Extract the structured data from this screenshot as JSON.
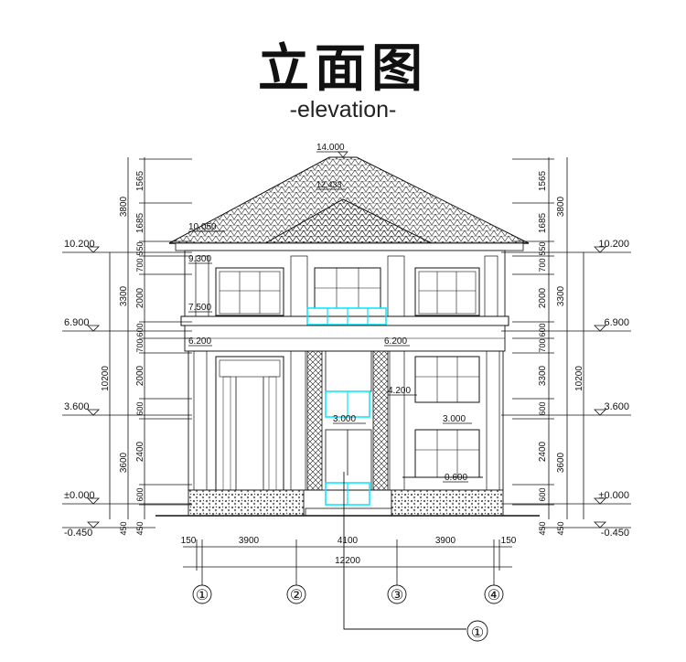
{
  "header": {
    "title": "立面图",
    "subtitle": "-elevation-"
  },
  "levels": {
    "left": [
      {
        "text": "10.200"
      },
      {
        "text": "6.900"
      },
      {
        "text": "3.600"
      },
      {
        "text": "±0.000"
      },
      {
        "text": "-0.450"
      }
    ],
    "right": [
      {
        "text": "10.200"
      },
      {
        "text": "6.900"
      },
      {
        "text": "3.600"
      },
      {
        "text": "±0.000"
      },
      {
        "text": "-0.450"
      }
    ],
    "inner": [
      {
        "text": "14.000"
      },
      {
        "text": "12.433"
      },
      {
        "text": "10.050"
      },
      {
        "text": "9.300"
      },
      {
        "text": "7.500"
      },
      {
        "text": "6.200"
      },
      {
        "text": "6.200"
      },
      {
        "text": "4.200"
      },
      {
        "text": "3.000"
      },
      {
        "text": "3.000"
      },
      {
        "text": "0.600"
      }
    ]
  },
  "dims": {
    "left_inner": [
      "1565",
      "1685",
      "550",
      "700",
      "2000",
      "600",
      "700",
      "2000",
      "600",
      "2400",
      "600",
      "450"
    ],
    "left_outer": [
      "3800",
      "3300",
      "3600",
      "450"
    ],
    "left_total": [
      "10200"
    ],
    "right_inner": [
      "1565",
      "1685",
      "550",
      "700",
      "2000",
      "600",
      "700",
      "3300",
      "600",
      "2400",
      "600",
      "450"
    ],
    "right_outer": [
      "3800",
      "3300",
      "10200",
      "3600",
      "450"
    ],
    "bottom": [
      "150",
      "3900",
      "4100",
      "3900",
      "150"
    ],
    "bottom_total": "12200"
  },
  "axes": [
    "①",
    "②",
    "③",
    "④"
  ],
  "detail_marker": "①",
  "colors": {
    "line": "#111111",
    "accent": "#00e5ff",
    "stone": "#8a8a8a"
  }
}
